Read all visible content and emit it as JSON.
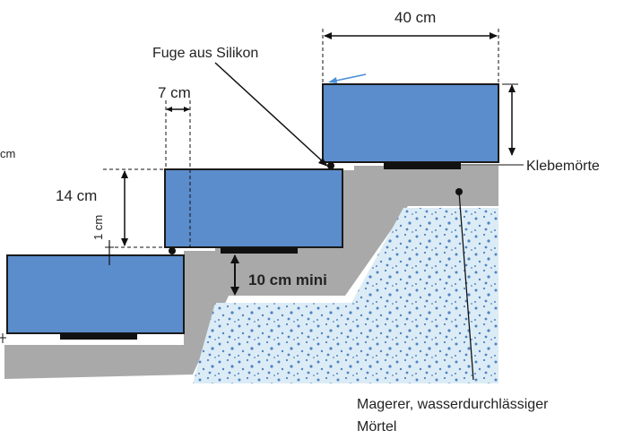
{
  "labels": {
    "dim_40": "40 cm",
    "dim_7": "7 cm",
    "dim_14": "14 cm",
    "dim_1": "1 cm",
    "dim_10": "10 cm mini",
    "cut_cm": "cm",
    "joint": "Fuge aus Silikon",
    "adhesive": "Klebemörte",
    "mortar_line1": "Magerer, wasserdurchlässiger",
    "mortar_line2": "Mörtel"
  },
  "colors": {
    "block": "#5b8ccb",
    "block_stroke": "#1a1a1a",
    "concrete": "#a9a9a9",
    "mortar_bg": "#dcecf6",
    "dots": "#4f83c2",
    "dark": "#111111",
    "arrow_blue": "#4a8fd8"
  }
}
